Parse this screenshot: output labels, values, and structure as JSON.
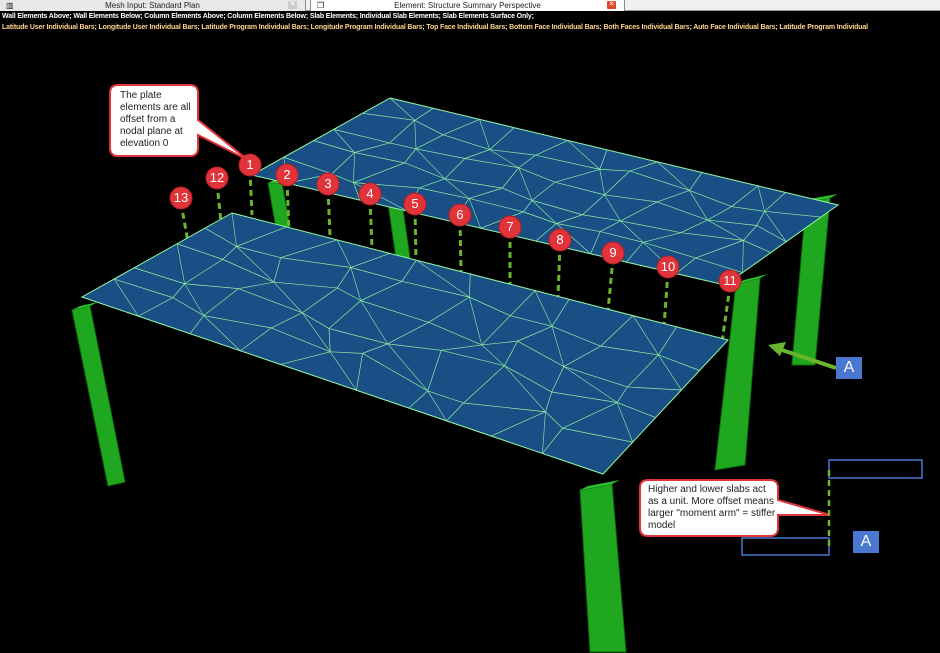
{
  "tabs": [
    {
      "label": "Mesh Input: Standard Plan",
      "icon": "plan-icon",
      "active": false
    },
    {
      "label": "Element: Structure Summary Perspective",
      "icon": "perspective-icon",
      "active": true
    }
  ],
  "header": {
    "line1": "Wall Elements Above; Wall Elements Below; Column Elements Above; Column Elements Below; Slab Elements; Individual Slab Elements; Slab Elements Surface Only;",
    "line2": "Latitude User Individual Bars; Longitude User Individual Bars; Latitude Program Individual Bars; Longitude Program Individual Bars; Top Face Individual Bars; Bottom Face Individual Bars; Both Faces Individual Bars; Auto Face Individual Bars; Latitude Program Individual"
  },
  "callouts": {
    "plate": "The plate elements are all offset from a nodal plane at elevation 0",
    "slabs": "Higher and lower slabs act as a unit. More offset means larger \"moment arm\" = stiffer model"
  },
  "markers": [
    "1",
    "2",
    "3",
    "4",
    "5",
    "6",
    "7",
    "8",
    "9",
    "10",
    "11",
    "12",
    "13"
  ],
  "section_labels": [
    "A",
    "A"
  ],
  "colors": {
    "slab": "#1a4f86",
    "mesh": "#8ff0a0",
    "column": "#1fa81f",
    "marker": "#e0343a",
    "badge": "#4a78d0"
  }
}
